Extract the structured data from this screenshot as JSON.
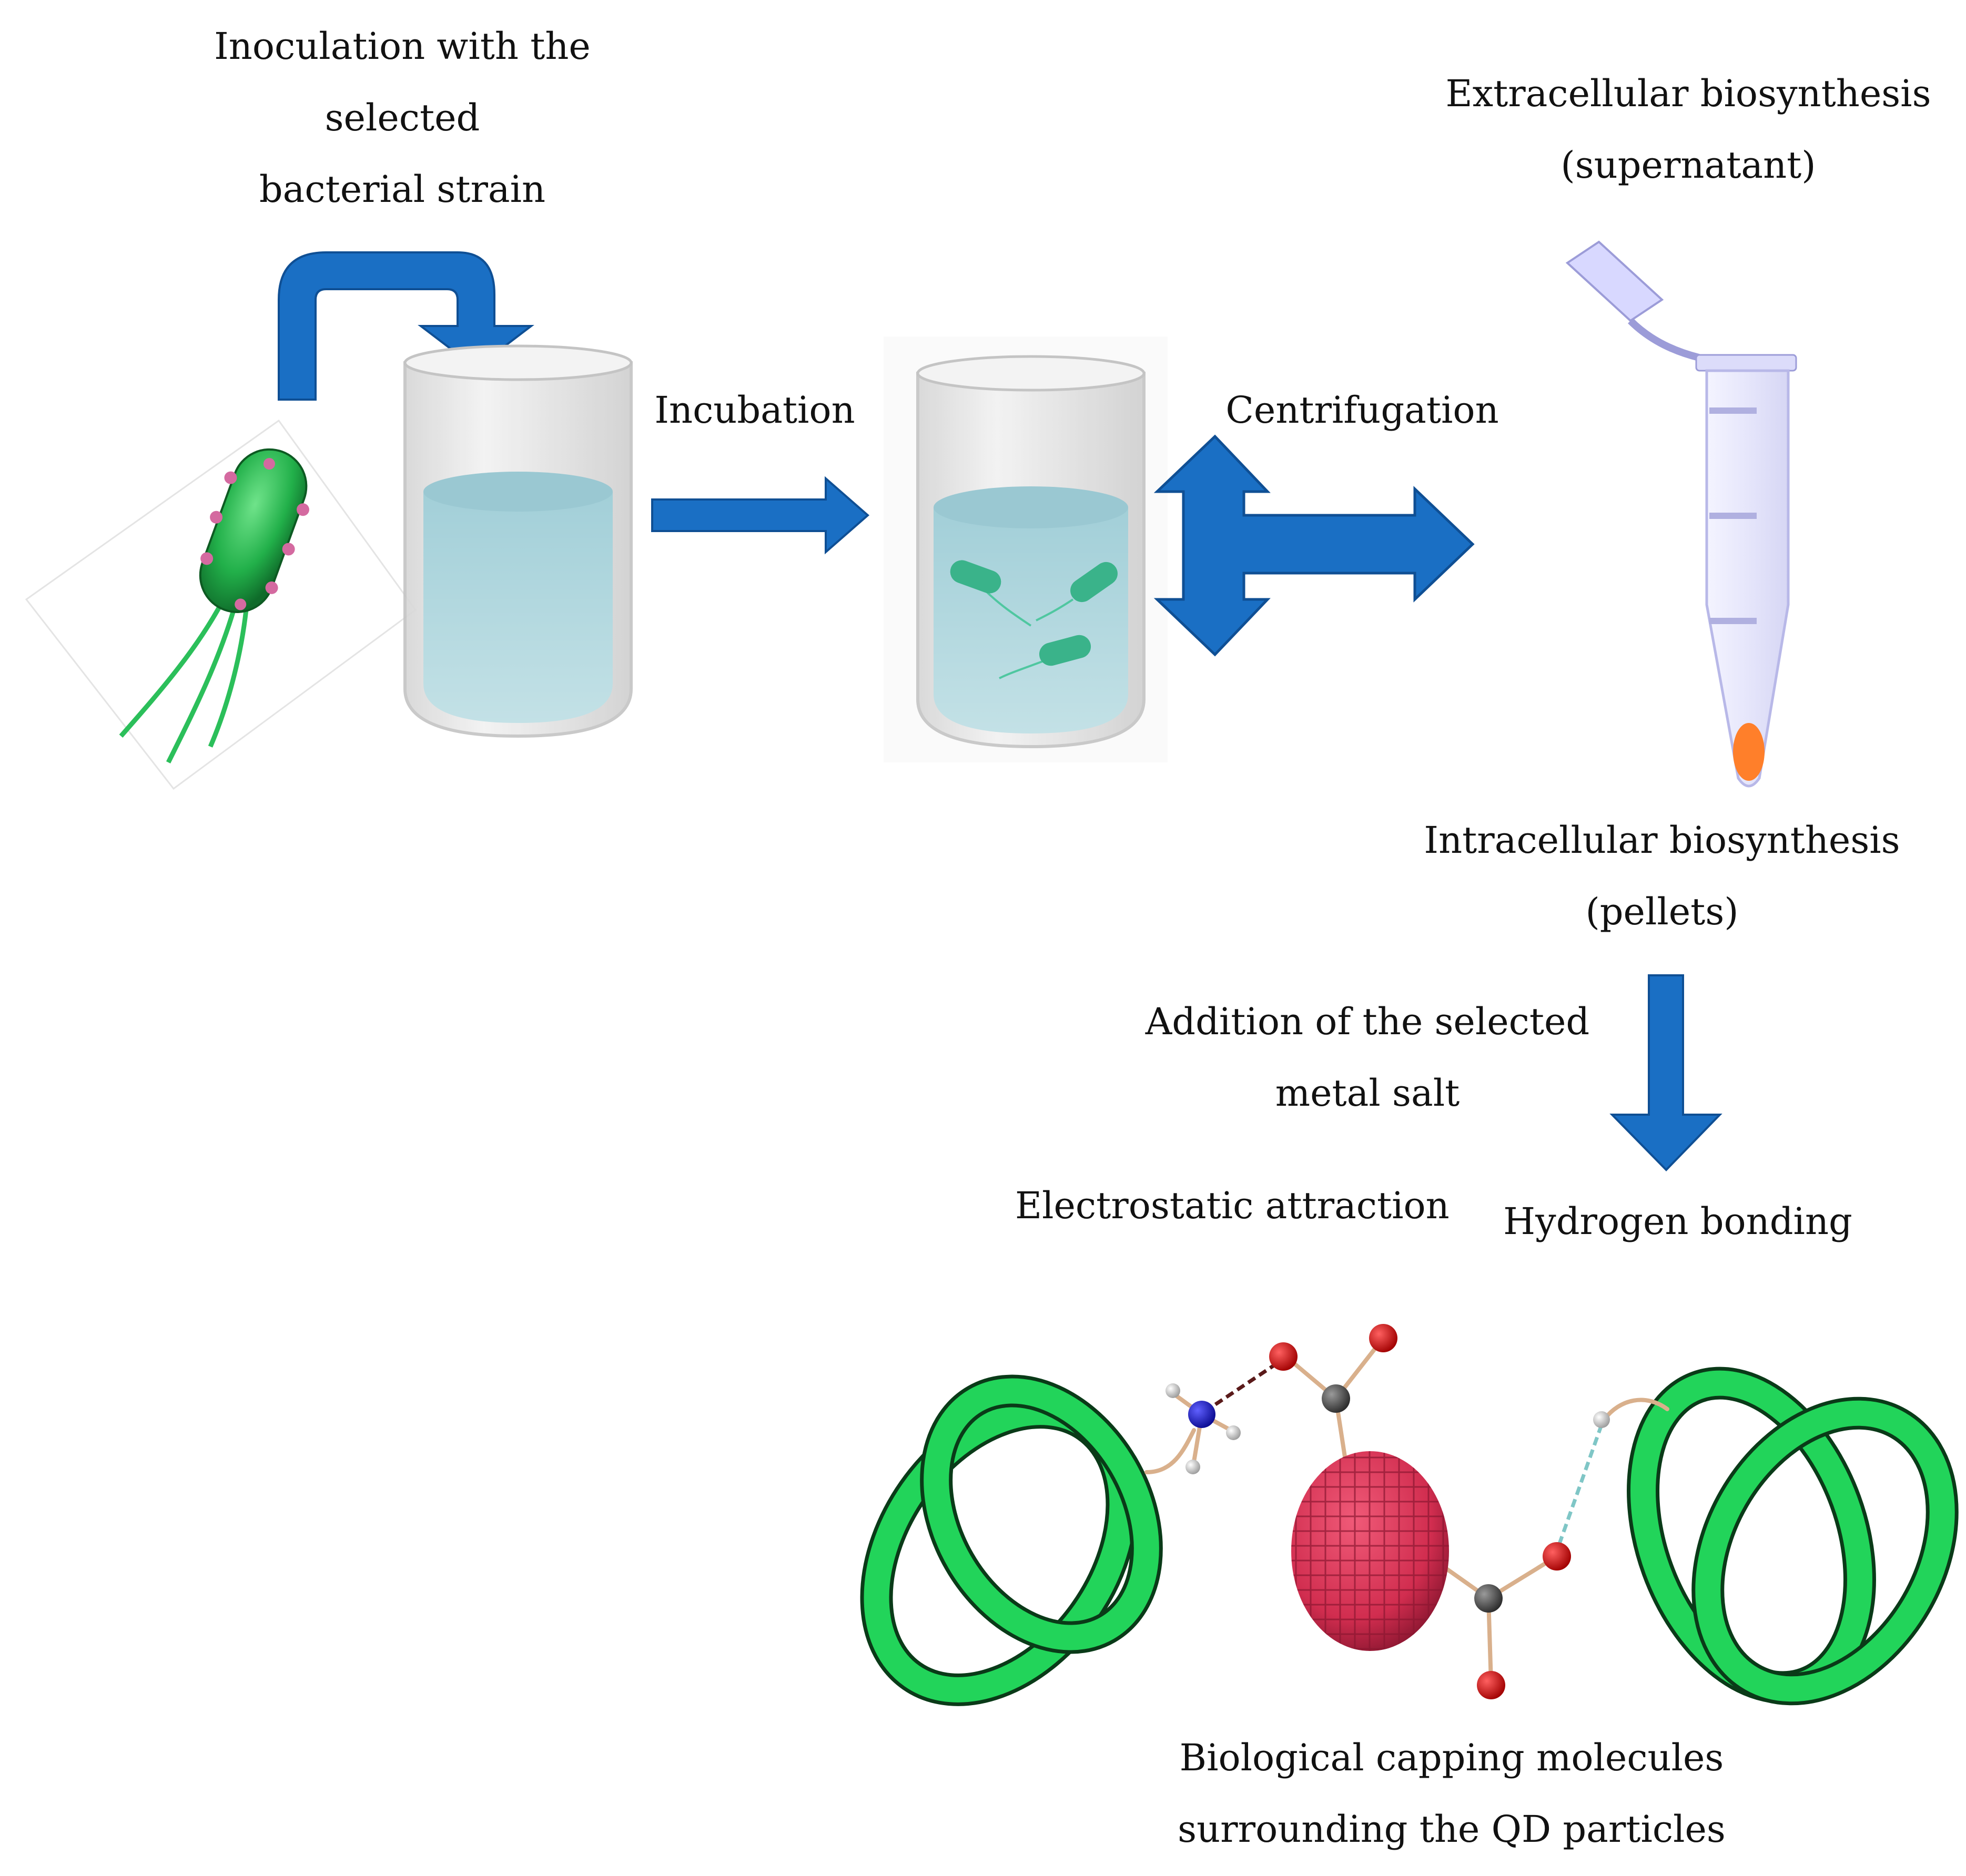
{
  "labels": {
    "inoculation": [
      "Inoculation with the",
      "selected",
      "bacterial strain"
    ],
    "incubation": "Incubation",
    "centrifugation": "Centrifugation",
    "extracellular": [
      "Extracellular biosynthesis",
      "(supernatant)"
    ],
    "intracellular": [
      "Intracellular biosynthesis",
      "(pellets)"
    ],
    "metal_salt": [
      "Addition of the selected",
      "metal salt"
    ],
    "electrostatic": "Electrostatic attraction",
    "hydrogen": "Hydrogen bonding",
    "capping": [
      "Biological capping molecules",
      "surrounding the QD particles"
    ]
  },
  "colors": {
    "arrow_blue": "#1a6fc4",
    "arrow_blue_dark": "#0f4f94",
    "bacterium_green": "#22b04a",
    "flagella_pink": "#d46aa0",
    "liquid_blue": "#a9d3dc",
    "ribbon_green": "#22d45a",
    "qd_red": "#d12d4f",
    "pellet_orange": "#ff7f2a",
    "tube_lavender": "#e8e8ff",
    "atom_oxygen": "#c00000",
    "atom_nitrogen": "#1010c0",
    "atom_carbon": "#444444",
    "atom_hydrogen": "#d0d0d0"
  }
}
